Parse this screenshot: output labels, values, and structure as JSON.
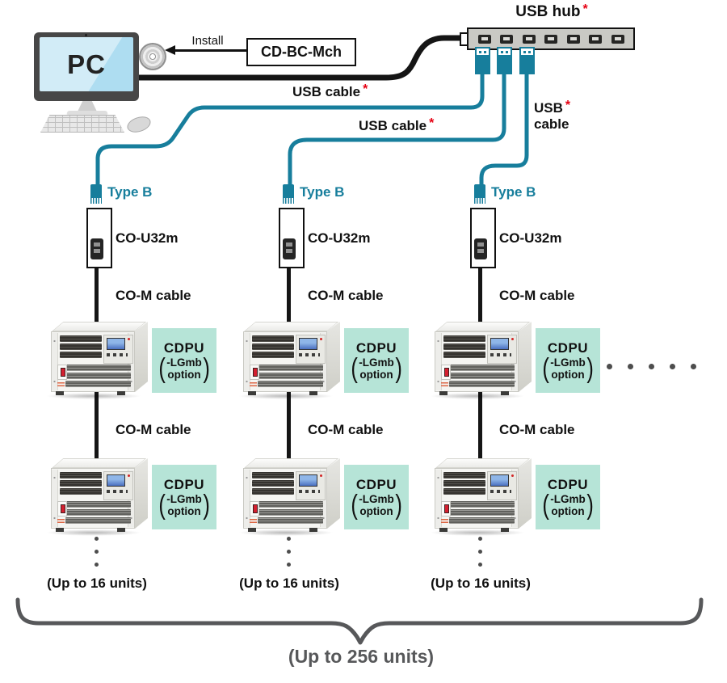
{
  "pc": {
    "label": "PC"
  },
  "install": {
    "label": "Install",
    "cd_box_label": "CD-BC-Mch"
  },
  "usb_hub": {
    "label": "USB hub",
    "asterisk": "*",
    "port_count": 7
  },
  "usb_cables": {
    "cable1_label": "USB cable",
    "cable1_asterisk": "*",
    "cable2_label": "USB cable",
    "cable2_asterisk": "*",
    "cable3_line1": "USB",
    "cable3_line2": "cable",
    "cable3_asterisk": "*"
  },
  "columns": [
    {
      "type_b": "Type B",
      "converter": "CO-U32m",
      "com_cable_top": "CO-M cable",
      "com_cable_bottom": "CO-M cable",
      "cdpu_title": "CDPU",
      "cdpu_opt_line1": "-LGmb",
      "cdpu_opt_line2": "option",
      "units": "(Up to 16 units)"
    },
    {
      "type_b": "Type B",
      "converter": "CO-U32m",
      "com_cable_top": "CO-M cable",
      "com_cable_bottom": "CO-M cable",
      "cdpu_title": "CDPU",
      "cdpu_opt_line1": "-LGmb",
      "cdpu_opt_line2": "option",
      "units": "(Up to 16 units)"
    },
    {
      "type_b": "Type B",
      "converter": "CO-U32m",
      "com_cable_top": "CO-M cable",
      "com_cable_bottom": "CO-M cable",
      "cdpu_title": "CDPU",
      "cdpu_opt_line1": "-LGmb",
      "cdpu_opt_line2": "option",
      "units": "(Up to 16 units)"
    }
  ],
  "footer": {
    "total_units": "(Up to 256 units)"
  },
  "colors": {
    "teal": "#177e9c",
    "red_asterisk": "#e60012",
    "mint_label_bg": "#b6e4d7",
    "brace_gray": "#57585a"
  }
}
